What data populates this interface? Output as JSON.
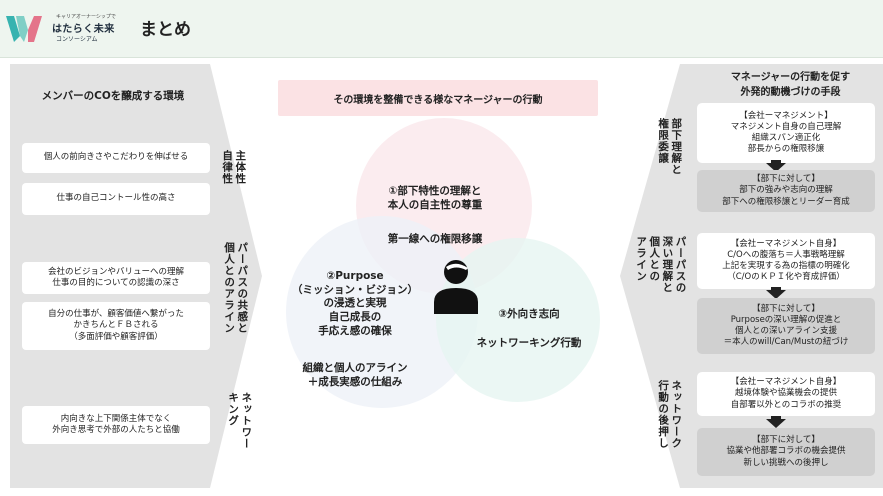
{
  "header": {
    "logo_small": "キャリアオーナーシップで",
    "logo_main": "はたらく未来",
    "logo_sub": "コンソーシアム",
    "title": "まとめ",
    "colors": {
      "brand_teal": "#37b3b0",
      "brand_pink": "#e4748a",
      "header_bg": "#eef5ef"
    }
  },
  "left": {
    "title": "メンバーのCOを醸成する環境",
    "groups": [
      {
        "label": "主体性\n自律性",
        "items": [
          "個人の前向きさやこだわりを伸ばせる",
          "仕事の自己コントール性の高さ"
        ]
      },
      {
        "label": "パーパスの共感と\n個人とのアライン",
        "items": [
          "会社のビジョンやバリューへの理解\n仕事の目的についての認識の深さ",
          "自分の仕事が、顧客価値へ繋がった\nかきちんとＦＢされる\n（多面評価や顧客評価）"
        ]
      },
      {
        "label": "ネットワー\nキング",
        "items": [
          "内向きな上下関係主体でなく\n外向き思考で外部の人たちと協働"
        ]
      }
    ]
  },
  "center": {
    "title": "その環境を整備できる様なマネージャーの行動",
    "circle1": "①部下特性の理解と\n本人の自主性の尊重",
    "circle1_sub": "第一線への権限移譲",
    "circle2": "②Purpose\n（ミッション・ビジョン）\nの浸透と実現\n自己成長の\n手応え感の確保",
    "circle2_sub": "組織と個人のアライン\n＋成長実感の仕組み",
    "circle3": "③外向き志向",
    "circle3_sub": "ネットワーキング行動",
    "person_icon": "person-icon"
  },
  "right": {
    "title": "マネージャーの行動を促す\n外発的動機づけの手段",
    "groups": [
      {
        "label": "部下理解と\n権限委譲",
        "top": "【会社ーマネジメント】\nマネジメント自身の自己理解\n組織スパン適正化\n部長からの権限移譲",
        "bottom": "【部下に対して】\n部下の強みや志向の理解\n部下への権限移譲とリーダー育成"
      },
      {
        "label": "パーパスの\n深い理解と\n個人との\nアライン",
        "top": "【会社ーマネジメント自身】\nC/Oへの腹落ち＝人事戦略理解\n上記を実現する為の指標の明確化\n（C/OのＫＰＩ化や育成評価）",
        "bottom": "【部下に対して】\nPurposeの深い理解の促進と\n個人との深いアライン支援\n＝本人のwill/Can/Mustの紐づけ"
      },
      {
        "label": "ネットワーク\n行動の後押し",
        "top": "【会社ーマネジメント自身】\n越境体験や協業機会の提供\n自部署以外とのコラボの推奨",
        "bottom": "【部下に対して】\n協業や他部署コラボの機会提供\n新しい挑戦への後押し"
      }
    ]
  }
}
